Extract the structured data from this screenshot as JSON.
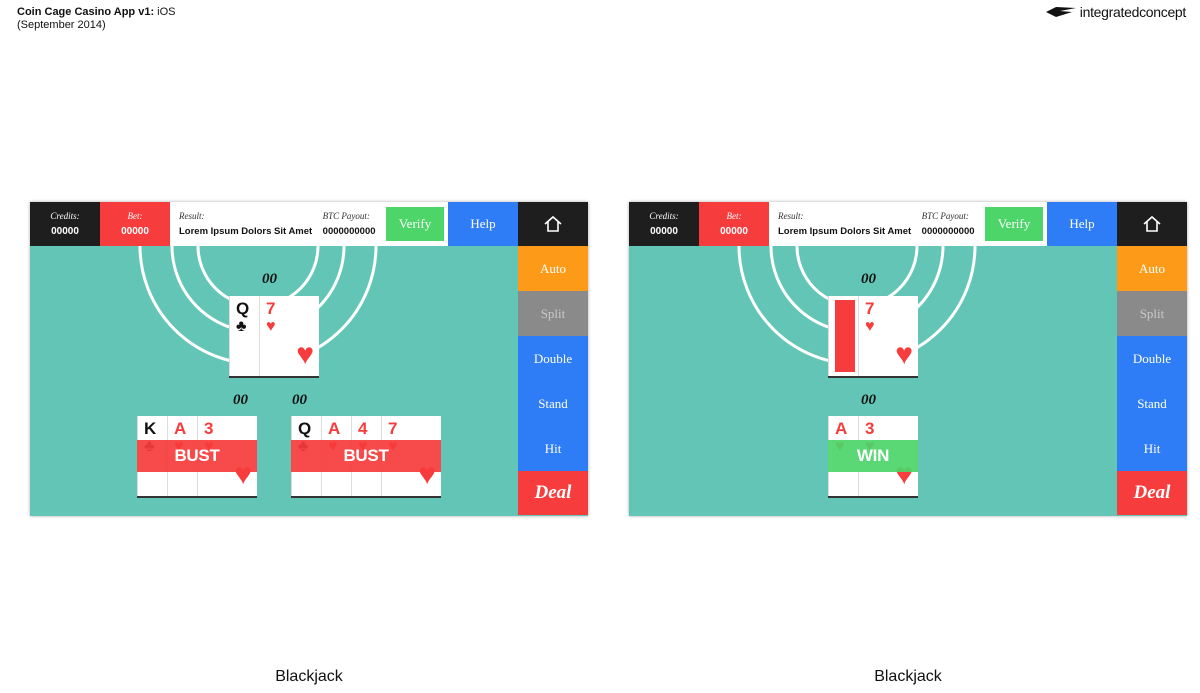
{
  "header": {
    "app_title": "Coin Cage Casino App v1:",
    "platform": "iOS",
    "date": "(September 2014)",
    "brand": "integratedconcept"
  },
  "screens": [
    {
      "label": "Blackjack",
      "credits": {
        "label": "Credits:",
        "value": "00000"
      },
      "bet": {
        "label": "Bet:",
        "value": "00000"
      },
      "result": {
        "label": "Result:",
        "value": "Lorem Ipsum Dolors Sit Amet"
      },
      "payout": {
        "label": "BTC Payout:",
        "value": "0000000000"
      },
      "verify": "Verify",
      "help": "Help",
      "actions": {
        "auto": "Auto",
        "split": "Split",
        "double": "Double",
        "stand": "Stand",
        "hit": "Hit",
        "deal": "Deal"
      },
      "dealer_score": "00",
      "hand1_score": "00",
      "hand2_score": "00",
      "hand1_result": "BUST",
      "hand2_result": "BUST",
      "dealer_cards": [
        "Q",
        "7"
      ],
      "hand1_cards": [
        "K",
        "A",
        "3"
      ],
      "hand2_cards": [
        "Q",
        "A",
        "4",
        "7"
      ]
    },
    {
      "label": "Blackjack",
      "credits": {
        "label": "Credits:",
        "value": "00000"
      },
      "bet": {
        "label": "Bet:",
        "value": "00000"
      },
      "result": {
        "label": "Result:",
        "value": "Lorem Ipsum Dolors Sit Amet"
      },
      "payout": {
        "label": "BTC Payout:",
        "value": "0000000000"
      },
      "verify": "Verify",
      "help": "Help",
      "actions": {
        "auto": "Auto",
        "split": "Split",
        "double": "Double",
        "stand": "Stand",
        "hit": "Hit",
        "deal": "Deal"
      },
      "dealer_score": "00",
      "hand_score": "00",
      "hand_result": "WIN",
      "dealer_cards": [
        "7"
      ],
      "hand_cards": [
        "A",
        "3"
      ]
    }
  ],
  "colors": {
    "felt": "#63c5b5",
    "red": "#f63c3c",
    "green": "#4dd56a",
    "blue": "#2f7df6",
    "orange": "#fd9a18",
    "gray": "#8a8a8a",
    "dark": "#1e1e1e"
  },
  "icons": {
    "home": "home-icon",
    "club": "club-suit-icon",
    "heart": "heart-suit-icon"
  }
}
